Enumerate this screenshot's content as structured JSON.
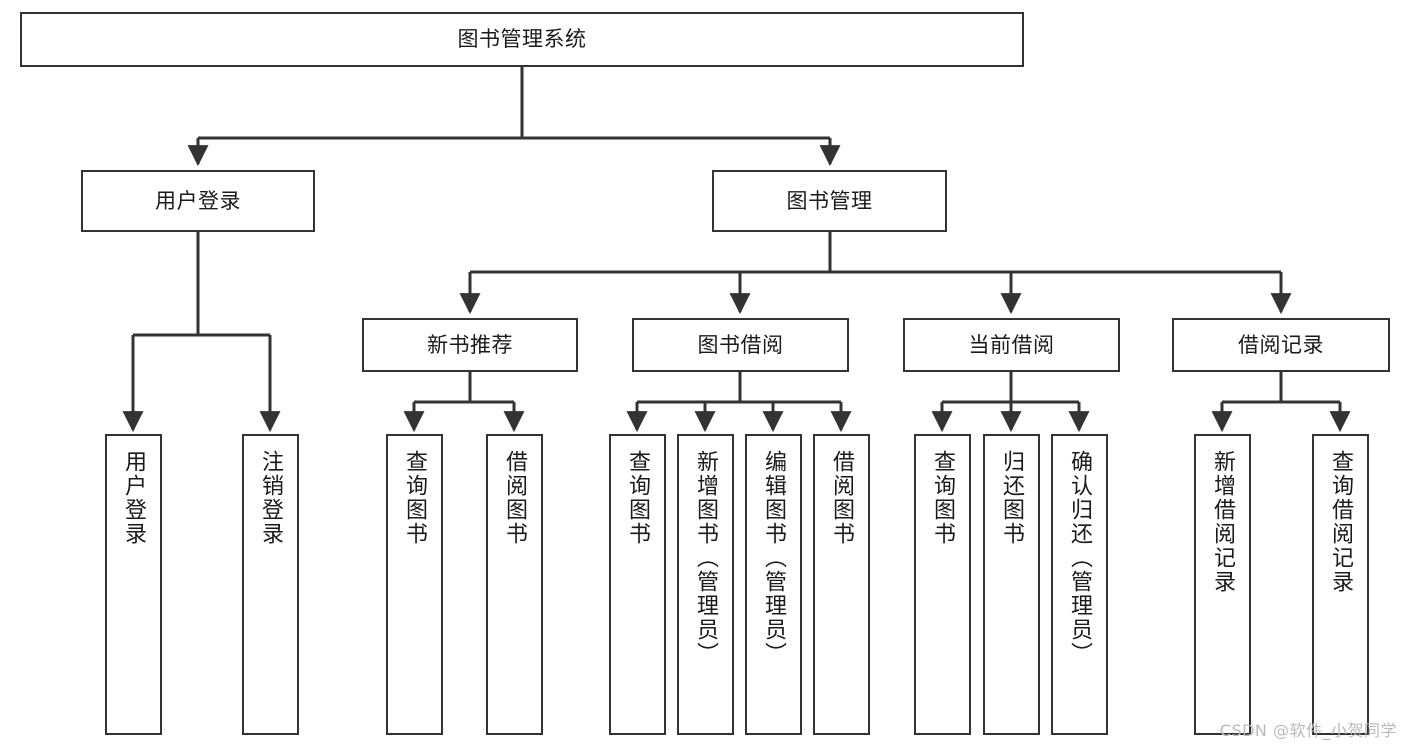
{
  "diagram": {
    "title": "图书管理系统",
    "type": "tree",
    "watermark": "CSDN @软件_小贺同学",
    "colors": {
      "box_border": "#333333",
      "box_fill": "#ffffff",
      "connector": "#333333",
      "text": "#1b1b1b",
      "watermark": "#b9b9b9",
      "background": "#ffffff"
    },
    "levels": [
      {
        "level": 1,
        "nodes": [
          {
            "id": "root",
            "label": "图书管理系统"
          }
        ]
      },
      {
        "level": 2,
        "nodes": [
          {
            "id": "login",
            "label": "用户登录",
            "parent": "root"
          },
          {
            "id": "bookmgmt",
            "label": "图书管理",
            "parent": "root"
          }
        ]
      },
      {
        "level": 3,
        "nodes": [
          {
            "id": "newbook",
            "label": "新书推荐",
            "parent": "bookmgmt"
          },
          {
            "id": "borrow",
            "label": "图书借阅",
            "parent": "bookmgmt"
          },
          {
            "id": "current",
            "label": "当前借阅",
            "parent": "bookmgmt"
          },
          {
            "id": "records",
            "label": "借阅记录",
            "parent": "bookmgmt"
          }
        ]
      },
      {
        "level": 4,
        "nodes": [
          {
            "id": "leaf1",
            "label": "用户登录",
            "parent": "login"
          },
          {
            "id": "leaf2",
            "label": "注销登录",
            "parent": "login"
          },
          {
            "id": "leaf3",
            "label": "查询图书",
            "parent": "newbook"
          },
          {
            "id": "leaf4",
            "label": "借阅图书",
            "parent": "newbook"
          },
          {
            "id": "leaf5",
            "label": "查询图书",
            "parent": "borrow"
          },
          {
            "id": "leaf6",
            "label": "新增图书（管理员）",
            "parent": "borrow"
          },
          {
            "id": "leaf7",
            "label": "编辑图书（管理员）",
            "parent": "borrow"
          },
          {
            "id": "leaf8",
            "label": "借阅图书",
            "parent": "borrow"
          },
          {
            "id": "leaf9",
            "label": "查询图书",
            "parent": "current"
          },
          {
            "id": "leaf10",
            "label": "归还图书",
            "parent": "current"
          },
          {
            "id": "leaf11",
            "label": "确认归还（管理员）",
            "parent": "current"
          },
          {
            "id": "leaf12",
            "label": "新增借阅记录",
            "parent": "records"
          },
          {
            "id": "leaf13",
            "label": "查询借阅记录",
            "parent": "records"
          }
        ]
      }
    ]
  }
}
